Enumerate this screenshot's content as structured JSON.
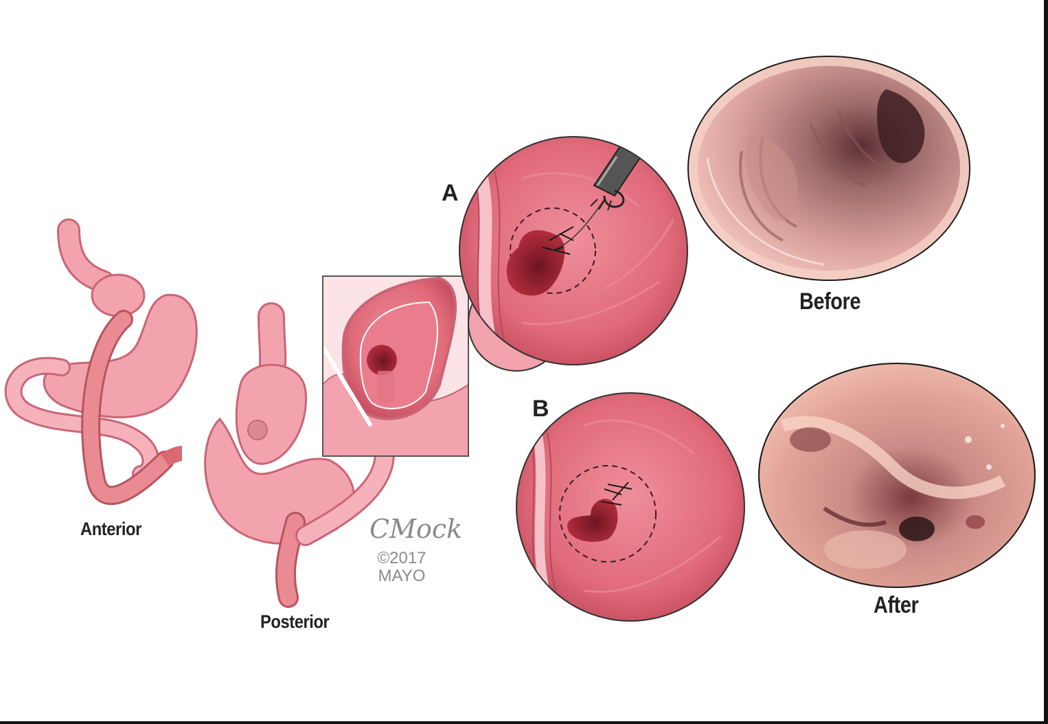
{
  "labels": {
    "anterior": "Anterior",
    "posterior": "Posterior",
    "panel_a": "A",
    "panel_b": "B",
    "before": "Before",
    "after": "After"
  },
  "signature": {
    "name": "CMock",
    "copyright": "©2017",
    "org": "MAYO"
  },
  "colors": {
    "tissue": "#f2a3ae",
    "tissue_light": "#f8c6cc",
    "tissue_outline": "#c96575",
    "mucosa": "#e06a7a",
    "mucosa_dark": "#b8303f",
    "lumen": "#8c1f2c",
    "endoscopy_before": "#b98a84",
    "endoscopy_after": "#d9928a"
  },
  "icons": {
    "endoscope_tool": "endoscopic-suturing-device"
  }
}
